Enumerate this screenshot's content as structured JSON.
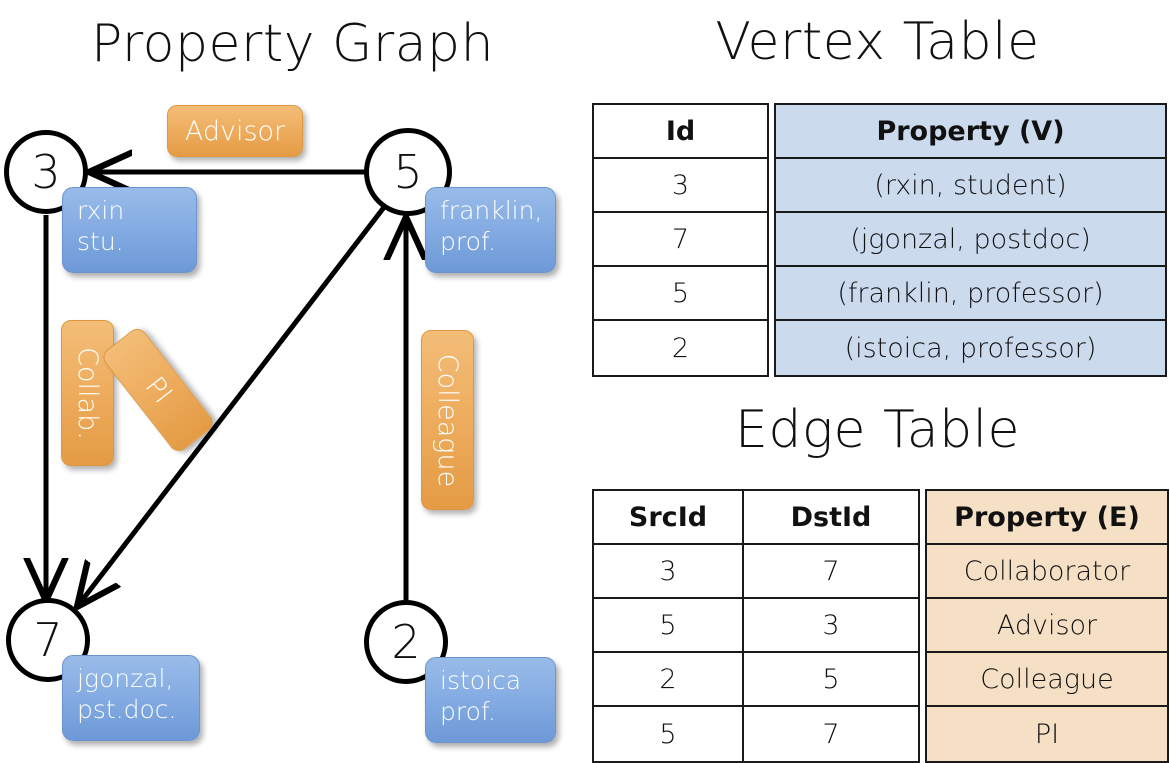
{
  "titles": {
    "graph": "Property Graph",
    "vertex_table": "Vertex Table",
    "edge_table": "Edge Table"
  },
  "colors": {
    "vertex_property_fill": "#ccdaee",
    "edge_property_fill": "#f5e0c5",
    "node_property_box": "#86ade3",
    "edge_label_box": "#eeae60",
    "stroke": "#000000"
  },
  "graph": {
    "nodes": [
      {
        "id": "3",
        "property": "rxin\nstu."
      },
      {
        "id": "5",
        "property": "franklin,\nprof."
      },
      {
        "id": "7",
        "property": "jgonzal,\npst.doc."
      },
      {
        "id": "2",
        "property": "istoica\nprof."
      }
    ],
    "node_labels": {
      "n3": "3",
      "n5": "5",
      "n7": "7",
      "n2": "2"
    },
    "property_boxes": {
      "rxin_l1": "rxin",
      "rxin_l2": "stu.",
      "franklin_l1": "franklin,",
      "franklin_l2": "prof.",
      "jgonzal_l1": "jgonzal,",
      "jgonzal_l2": "pst.doc.",
      "istoica_l1": "istoica",
      "istoica_l2": "prof."
    },
    "edge_labels": {
      "advisor": "Advisor",
      "collab": "Collab.",
      "pi": "PI",
      "colleague": "Colleague"
    }
  },
  "vertex_table": {
    "headers": [
      "Id",
      "Property (V)"
    ],
    "rows": [
      [
        "3",
        "(rxin, student)"
      ],
      [
        "7",
        "(jgonzal, postdoc)"
      ],
      [
        "5",
        "(franklin, professor)"
      ],
      [
        "2",
        "(istoica, professor)"
      ]
    ]
  },
  "edge_table": {
    "headers": [
      "SrcId",
      "DstId",
      "Property (E)"
    ],
    "rows": [
      [
        "3",
        "7",
        "Collaborator"
      ],
      [
        "5",
        "3",
        "Advisor"
      ],
      [
        "2",
        "5",
        "Colleague"
      ],
      [
        "5",
        "7",
        "PI"
      ]
    ]
  }
}
